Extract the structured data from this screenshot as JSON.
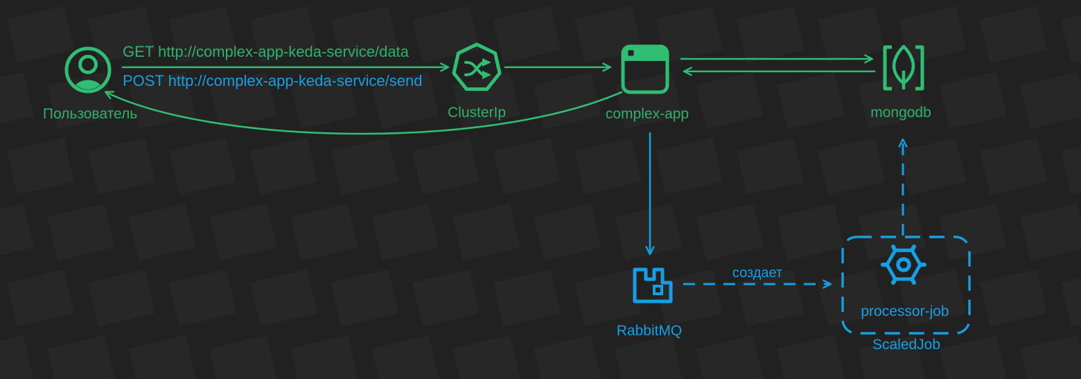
{
  "diagram": {
    "type": "architecture-flow",
    "colors": {
      "bg": "#212121",
      "tile": "#272727",
      "green": "#2fbe72",
      "green_text": "#2eb269",
      "blue": "#16a0e4"
    },
    "labels": {
      "get_request": "GET http://complex-app-keda-service/data",
      "post_request": "POST http://complex-app-keda-service/send",
      "user": "Пользователь",
      "cluster_ip": "ClusterIp",
      "complex_app": "complex-app",
      "mongodb": "mongodb",
      "rabbitmq": "RabbitMQ",
      "creates": "создает",
      "processor_job": "processor-job",
      "scaled_job": "ScaledJob"
    },
    "nodes": [
      {
        "id": "user",
        "label": "Пользователь",
        "icon": "user-avatar",
        "color": "green"
      },
      {
        "id": "cluster-ip",
        "label": "ClusterIp",
        "icon": "kubernetes-service-heptagon-shuffle",
        "color": "green"
      },
      {
        "id": "complex-app",
        "label": "complex-app",
        "icon": "app-browser-window",
        "color": "green"
      },
      {
        "id": "mongodb",
        "label": "mongodb",
        "icon": "mongodb-leaf-in-brackets",
        "color": "green"
      },
      {
        "id": "rabbitmq",
        "label": "RabbitMQ",
        "icon": "rabbitmq-logo",
        "color": "blue"
      },
      {
        "id": "processor-job",
        "label": "processor-job",
        "icon": "hex-gear",
        "color": "blue",
        "container": "ScaledJob"
      }
    ],
    "edges": [
      {
        "from": "user",
        "to": "cluster-ip",
        "style": "solid",
        "color": "green",
        "label_above": "GET http://complex-app-keda-service/data",
        "label_below": "POST http://complex-app-keda-service/send"
      },
      {
        "from": "cluster-ip",
        "to": "complex-app",
        "style": "solid",
        "color": "green"
      },
      {
        "from": "complex-app",
        "to": "mongodb",
        "style": "solid",
        "color": "green"
      },
      {
        "from": "mongodb",
        "to": "complex-app",
        "style": "solid",
        "color": "green"
      },
      {
        "from": "complex-app",
        "to": "user",
        "style": "solid-curved",
        "color": "green"
      },
      {
        "from": "complex-app",
        "to": "rabbitmq",
        "style": "solid",
        "color": "blue"
      },
      {
        "from": "rabbitmq",
        "to": "processor-job",
        "style": "dashed",
        "color": "blue",
        "label": "создает"
      },
      {
        "from": "processor-job",
        "to": "mongodb",
        "style": "dashed",
        "color": "blue"
      }
    ]
  }
}
